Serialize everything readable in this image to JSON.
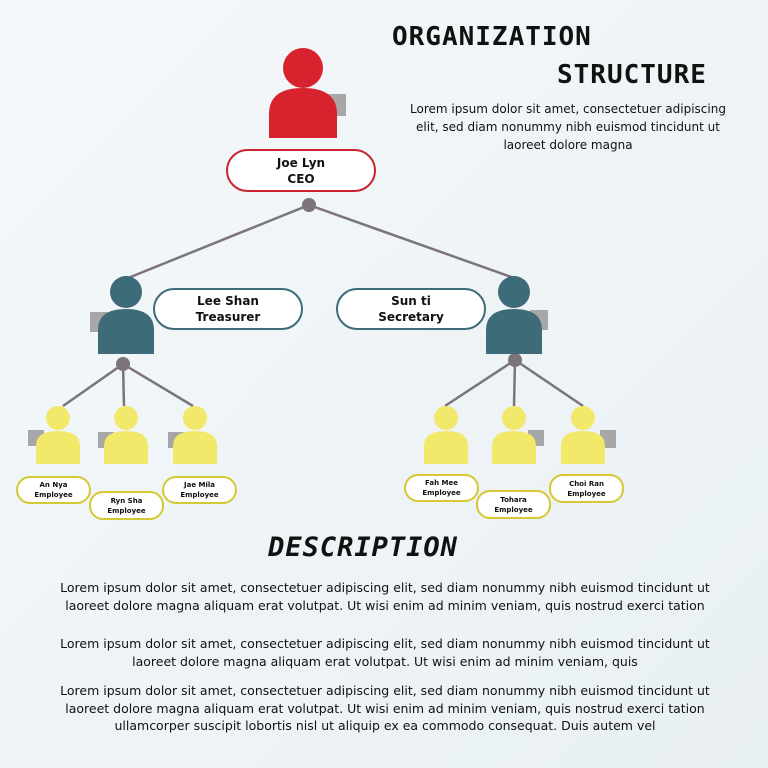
{
  "header": {
    "title_line1": "ORGANIZATION",
    "title_line2": "STRUCTURE",
    "intro": "Lorem ipsum dolor sit amet, consectetuer adipiscing elit, sed diam nonummy nibh euismod tincidunt ut laoreet dolore magna"
  },
  "org": {
    "ceo": {
      "name": "Joe Lyn",
      "role": "CEO",
      "color": "#d8232f"
    },
    "managers": [
      {
        "name": "Lee Shan",
        "role": "Treasurer",
        "color": "#3e6b78"
      },
      {
        "name": "Sun ti",
        "role": "Secretary",
        "color": "#3e6b78"
      }
    ],
    "employees_left": [
      {
        "name": "An Nya",
        "role": "Employee"
      },
      {
        "name": "Ryn Sha",
        "role": "Employee"
      },
      {
        "name": "Jae Mila",
        "role": "Employee"
      }
    ],
    "employees_right": [
      {
        "name": "Fah Mee",
        "role": "Employee"
      },
      {
        "name": "Tohara",
        "role": "Employee"
      },
      {
        "name": "Choi Ran",
        "role": "Employee"
      }
    ],
    "employee_color": "#f2e86a"
  },
  "description": {
    "title": "DESCRIPTION",
    "paragraph1": "Lorem ipsum dolor sit amet, consectetuer adipiscing elit, sed diam nonummy nibh euismod tincidunt ut laoreet dolore magna aliquam erat volutpat. Ut wisi enim ad minim veniam, quis nostrud exerci tation",
    "paragraph2": "Lorem ipsum dolor sit amet, consectetuer adipiscing elit, sed diam nonummy nibh euismod tincidunt ut laoreet dolore magna aliquam erat volutpat. Ut wisi enim ad minim veniam, quis",
    "paragraph3": "Lorem ipsum dolor sit amet, consectetuer adipiscing elit, sed diam nonummy nibh euismod tincidunt ut laoreet dolore magna aliquam erat volutpat. Ut wisi enim ad minim veniam, quis nostrud exerci tation ullamcorper suscipit lobortis nisl ut aliquip ex ea commodo consequat. Duis autem vel"
  }
}
